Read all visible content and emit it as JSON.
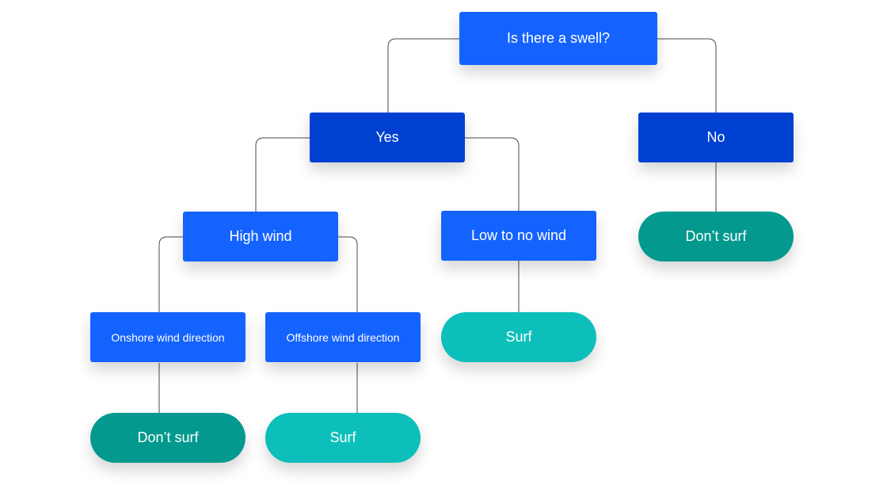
{
  "root": {
    "label": "Is there a swell?"
  },
  "answers": {
    "yes": "Yes",
    "no": "No"
  },
  "conditions": {
    "high_wind": "High wind",
    "low_wind": "Low to no wind",
    "onshore": "Onshore wind direction",
    "offshore": "Offshore wind direction"
  },
  "outcomes": {
    "no_swell": "Don’t surf",
    "low_wind": "Surf",
    "onshore": "Don’t surf",
    "offshore": "Surf"
  },
  "colors": {
    "question_blue": "#1463ff",
    "answer_blue": "#0041d1",
    "dont_surf_teal": "#03998f",
    "surf_teal": "#0dbfba",
    "connector": "#4a4a4a"
  }
}
